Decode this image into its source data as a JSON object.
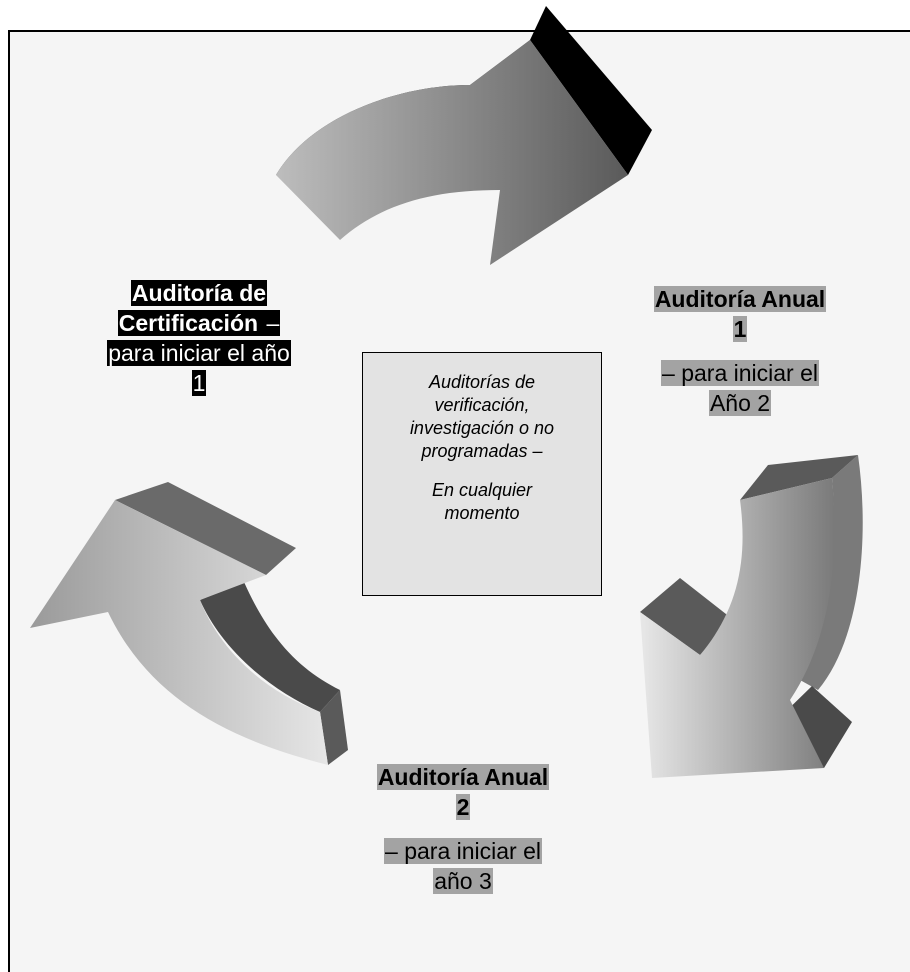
{
  "cycle": {
    "certification": {
      "title_line1": "Auditoría de",
      "title_line2": "Certificación",
      "dash": " –",
      "desc_line1": "para iniciar el año",
      "desc_line2": "1"
    },
    "annual1": {
      "title_line1": "Auditoría Anual",
      "title_line2": "1",
      "desc_line1": "– para iniciar el",
      "desc_line2": "Año 2"
    },
    "annual2": {
      "title_line1": "Auditoría Anual",
      "title_line2": "2",
      "desc_line1": "– para iniciar el",
      "desc_line2": "año 3"
    }
  },
  "center_box": {
    "line1": "Auditorías de",
    "line2": "verificación,",
    "line3": "investigación o no",
    "line4": "programadas –",
    "line5": "En cualquier",
    "line6": "momento"
  },
  "colors": {
    "highlight_dark": "#000000",
    "highlight_gray": "#a3a3a3",
    "box_fill": "#e3e3e3",
    "arrow_dark": "#4a4a4a"
  }
}
